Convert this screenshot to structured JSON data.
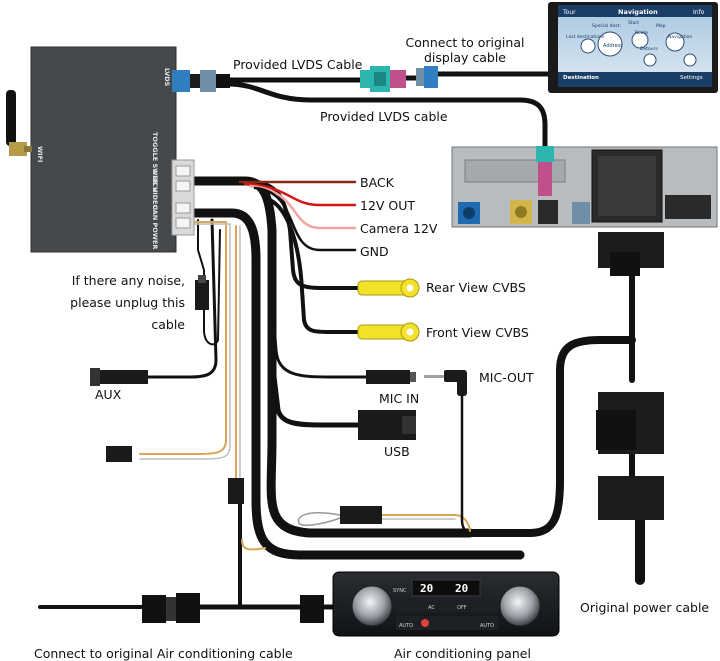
{
  "module": {
    "port_labels": {
      "lvds": "LVDS",
      "toggle_switch": "TOGGLE SWITCH",
      "usb_video": "USB VIDEO",
      "can_power": "CAN POWER",
      "wifi": "WIFI"
    }
  },
  "labels": {
    "provided_lvds_cable_1": "Provided LVDS Cable",
    "connect_original_display": "Connect to original display cable",
    "provided_lvds_cable_2": "Provided LVDS cable",
    "back": "BACK",
    "out_12v": "12V OUT",
    "camera_12v": "Camera 12V",
    "gnd": "GND",
    "rear_view": "Rear View CVBS",
    "front_view": "Front View CVBS",
    "mic_out": "MIC-OUT",
    "mic_in": "MIC IN",
    "usb": "USB",
    "aux": "AUX",
    "noise_note": "If there any noise, please unplug this cable",
    "original_power_cable": "Original power cable",
    "air_conditioning_panel": "Air conditioning panel",
    "connect_air_conditioning": "Connect to original Air conditioning cable"
  },
  "screen": {
    "left_tab": "Tour",
    "title": "Navigation",
    "right_tab": "Info",
    "menu": [
      "Special dest.",
      "Start",
      "Map",
      "Last destinations",
      "Address",
      "Route",
      "Navigation",
      "Detours"
    ],
    "bottom_left": "Destination",
    "bottom_right": "Settings"
  },
  "ac_panel": {
    "left_temp": "20",
    "right_temp": "20",
    "buttons": [
      "SYNC",
      "AC",
      "OFF",
      "AUTO",
      "AUTO"
    ]
  },
  "colors": {
    "module_body": "#46494b",
    "cable": "#111111",
    "lvds_connector": "#2f7fc1",
    "lvds_female": "#2bb6b0",
    "pink_connector": "#c0508a",
    "rca_yellow": "#f3e22a",
    "back_wire": "#8a2a12",
    "power_wire": "#d11616",
    "camera_wire": "#f2a3a3",
    "thin_wire_tan": "#d8a657"
  }
}
